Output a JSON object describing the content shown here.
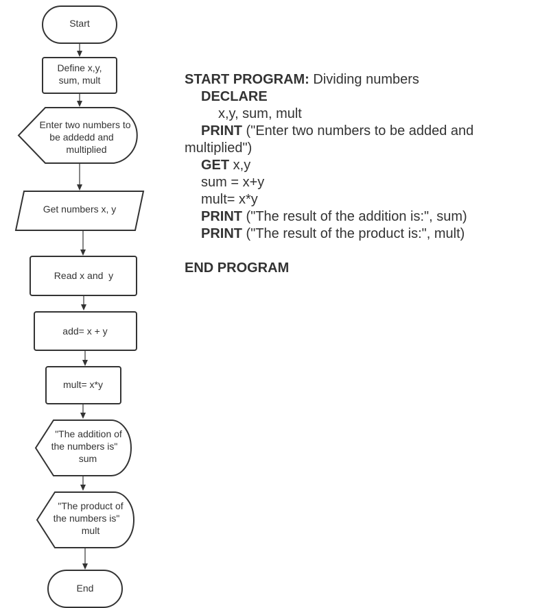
{
  "flowchart": {
    "start": "Start",
    "define": [
      "Define x,y,",
      "sum, mult"
    ],
    "prompt": [
      "Enter two numbers to",
      "be addedd and",
      "multiplied"
    ],
    "get": "Get numbers x, y",
    "read": "Read x and  y",
    "add": "add= x + y",
    "mult": "mult= x*y",
    "show_sum": [
      "\"The addition of",
      "the numbers is\"",
      "sum"
    ],
    "show_product": [
      "\"The product of",
      "the numbers is\"",
      "mult"
    ],
    "end": "End"
  },
  "pseudocode": {
    "start_kw": "START PROGRAM:",
    "start_rest": " Dividing numbers",
    "declare_kw": "DECLARE",
    "declare_vars": "x,y, sum, mult",
    "print1_kw": "PRINT",
    "print1_rest": " (\"Enter two numbers to be added and",
    "print1_cont": "multiplied\")",
    "get_kw": "GET",
    "get_rest": " x,y",
    "sum_line": "sum = x+y",
    "mult_line": "mult= x*y",
    "print2_kw": "PRINT",
    "print2_rest": " (\"The result of the addition is:\", sum)",
    "print3_kw": "PRINT",
    "print3_rest": " (\"The result of the product is:\", mult)",
    "end_kw": "END PROGRAM"
  }
}
